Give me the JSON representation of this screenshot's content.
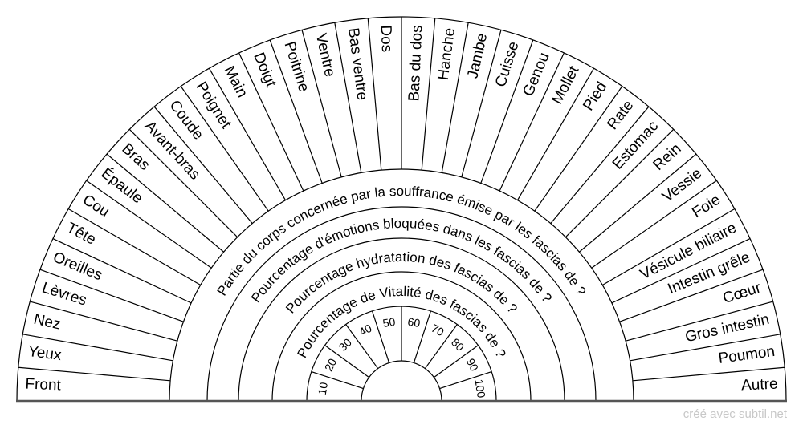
{
  "body_parts": [
    "Front",
    "Yeux",
    "Nez",
    "Lèvres",
    "Oreilles",
    "Tête",
    "Cou",
    "Épaule",
    "Bras",
    "Avant-bras",
    "Coude",
    "Poignet",
    "Main",
    "Doigt",
    "Poitrine",
    "Ventre",
    "Bas ventre",
    "Dos",
    "Bas du dos",
    "Hanche",
    "Jambe",
    "Cuisse",
    "Genou",
    "Mollet",
    "Pied",
    "Rate",
    "Estomac",
    "Rein",
    "Vessie",
    "Foie",
    "Vésicule biliaire",
    "Intestin grêle",
    "Cœur",
    "Gros intestin",
    "Poumon",
    "Autre"
  ],
  "rings": [
    "Partie du corps concernée par la souffrance émise par les fascias de ?",
    "Pourcentage d'émotions bloquées dans les fascias de ?",
    "Pourcentage hydratation des fascias de ?",
    "Pourcentage de Vitalité des fascias de ?"
  ],
  "scale": [
    "10",
    "20",
    "30",
    "40",
    "50",
    "60",
    "70",
    "80",
    "90",
    "100"
  ],
  "footer": "créé avec subtil.net"
}
